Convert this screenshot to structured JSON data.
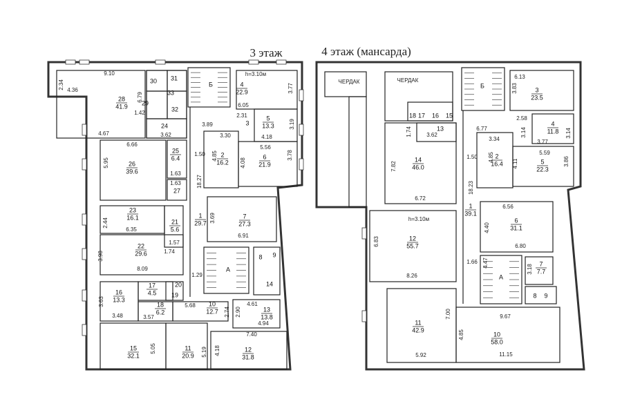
{
  "plans": [
    {
      "title": "3 этаж",
      "height_note": "h=3.10м",
      "rooms": [
        {
          "number": "28",
          "area": "41.9"
        },
        {
          "number": "26",
          "area": "39.6"
        },
        {
          "number": "25",
          "area": "6.4"
        },
        {
          "number": "2",
          "area": "16.2"
        },
        {
          "number": "4",
          "area": "22.9"
        },
        {
          "number": "5",
          "area": "13.3"
        },
        {
          "number": "6",
          "area": "21.9"
        },
        {
          "number": "23",
          "area": "16.1"
        },
        {
          "number": "21",
          "area": "5.6"
        },
        {
          "number": "22",
          "area": "29.6"
        },
        {
          "number": "1",
          "area": "29.7"
        },
        {
          "number": "7",
          "area": "27.3"
        },
        {
          "number": "17",
          "area": "4.5"
        },
        {
          "number": "16",
          "area": "13.3"
        },
        {
          "number": "18",
          "area": "6.2"
        },
        {
          "number": "10",
          "area": "12.7"
        },
        {
          "number": "13",
          "area": "13.8"
        },
        {
          "number": "15",
          "area": "32.1"
        },
        {
          "number": "11",
          "area": "20.9"
        },
        {
          "number": "12",
          "area": "31.8"
        }
      ],
      "labels": [
        "30",
        "31",
        "33",
        "29",
        "32",
        "24",
        "27",
        "3",
        "8",
        "9",
        "14",
        "20",
        "19",
        "Б",
        "А"
      ],
      "dims": [
        "9.10",
        "2.34",
        "4.36",
        "6.79",
        "4.67",
        "1.42",
        "3.62",
        "3.77",
        "6.05",
        "2.31",
        "3.19",
        "4.18",
        "3.89",
        "3.30",
        "5.56",
        "3.78",
        "4.08",
        "4.85",
        "1.50",
        "18.27",
        "6.66",
        "5.95",
        "1.63",
        "1.63",
        "2.44",
        "6.35",
        "1.57",
        "1.74",
        "3.98",
        "8.09",
        "3.69",
        "6.91",
        "1.29",
        "3.63",
        "3.48",
        "3.57",
        "5.68",
        "2.74",
        "2.90",
        "4.61",
        "4.94",
        "7.40",
        "5.05",
        "5.19",
        "4.18"
      ]
    },
    {
      "title": "4 этаж (мансарда)",
      "height_note": "h=3.10м",
      "rooms": [
        {
          "number": "3",
          "area": "23.5"
        },
        {
          "number": "4",
          "area": "11.8"
        },
        {
          "number": "2",
          "area": "16.4"
        },
        {
          "number": "5",
          "area": "22.3"
        },
        {
          "number": "14",
          "area": "46.0"
        },
        {
          "number": "1",
          "area": "39.1"
        },
        {
          "number": "6",
          "area": "31.1"
        },
        {
          "number": "12",
          "area": "55.7"
        },
        {
          "number": "7",
          "area": "7.7"
        },
        {
          "number": "11",
          "area": "42.9"
        },
        {
          "number": "10",
          "area": "58.0"
        }
      ],
      "labels": [
        "ЧЕРДАК",
        "ЧЕРДАК",
        "Б",
        "18",
        "17",
        "16",
        "15",
        "13",
        "А",
        "8",
        "9"
      ],
      "dims": [
        "6.13",
        "3.83",
        "2.58",
        "3.14",
        "3.14",
        "3.77",
        "6.77",
        "3.34",
        "1.74",
        "3.62",
        "5.59",
        "1.50",
        "4.85",
        "4.11",
        "3.86",
        "7.82",
        "6.72",
        "18.23",
        "6.56",
        "4.40",
        "6.80",
        "6.83",
        "8.26",
        "1.66",
        "4.47",
        "3.18",
        "7.00",
        "4.85",
        "9.67",
        "5.92",
        "11.15"
      ]
    }
  ]
}
